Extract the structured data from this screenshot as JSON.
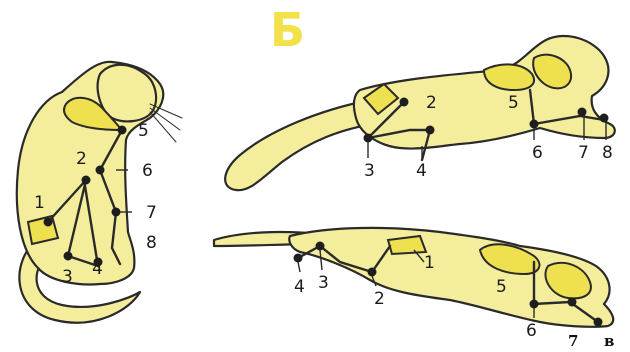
{
  "heading": "Б",
  "sitting_cat_labels": [
    "1",
    "2",
    "3",
    "4",
    "5",
    "6",
    "7",
    "8"
  ],
  "top_running_cat_labels": [
    "2",
    "3",
    "4",
    "5",
    "6",
    "7",
    "8"
  ],
  "bottom_running_cat_labels": [
    "1",
    "2",
    "3",
    "4",
    "5",
    "6"
  ],
  "footer": {
    "page_number": "7",
    "letter": "в"
  },
  "colors": {
    "body": "#f4ee9c",
    "plate": "#efe04f",
    "heading": "#f2e24a",
    "outline": "#2a2a2a"
  }
}
